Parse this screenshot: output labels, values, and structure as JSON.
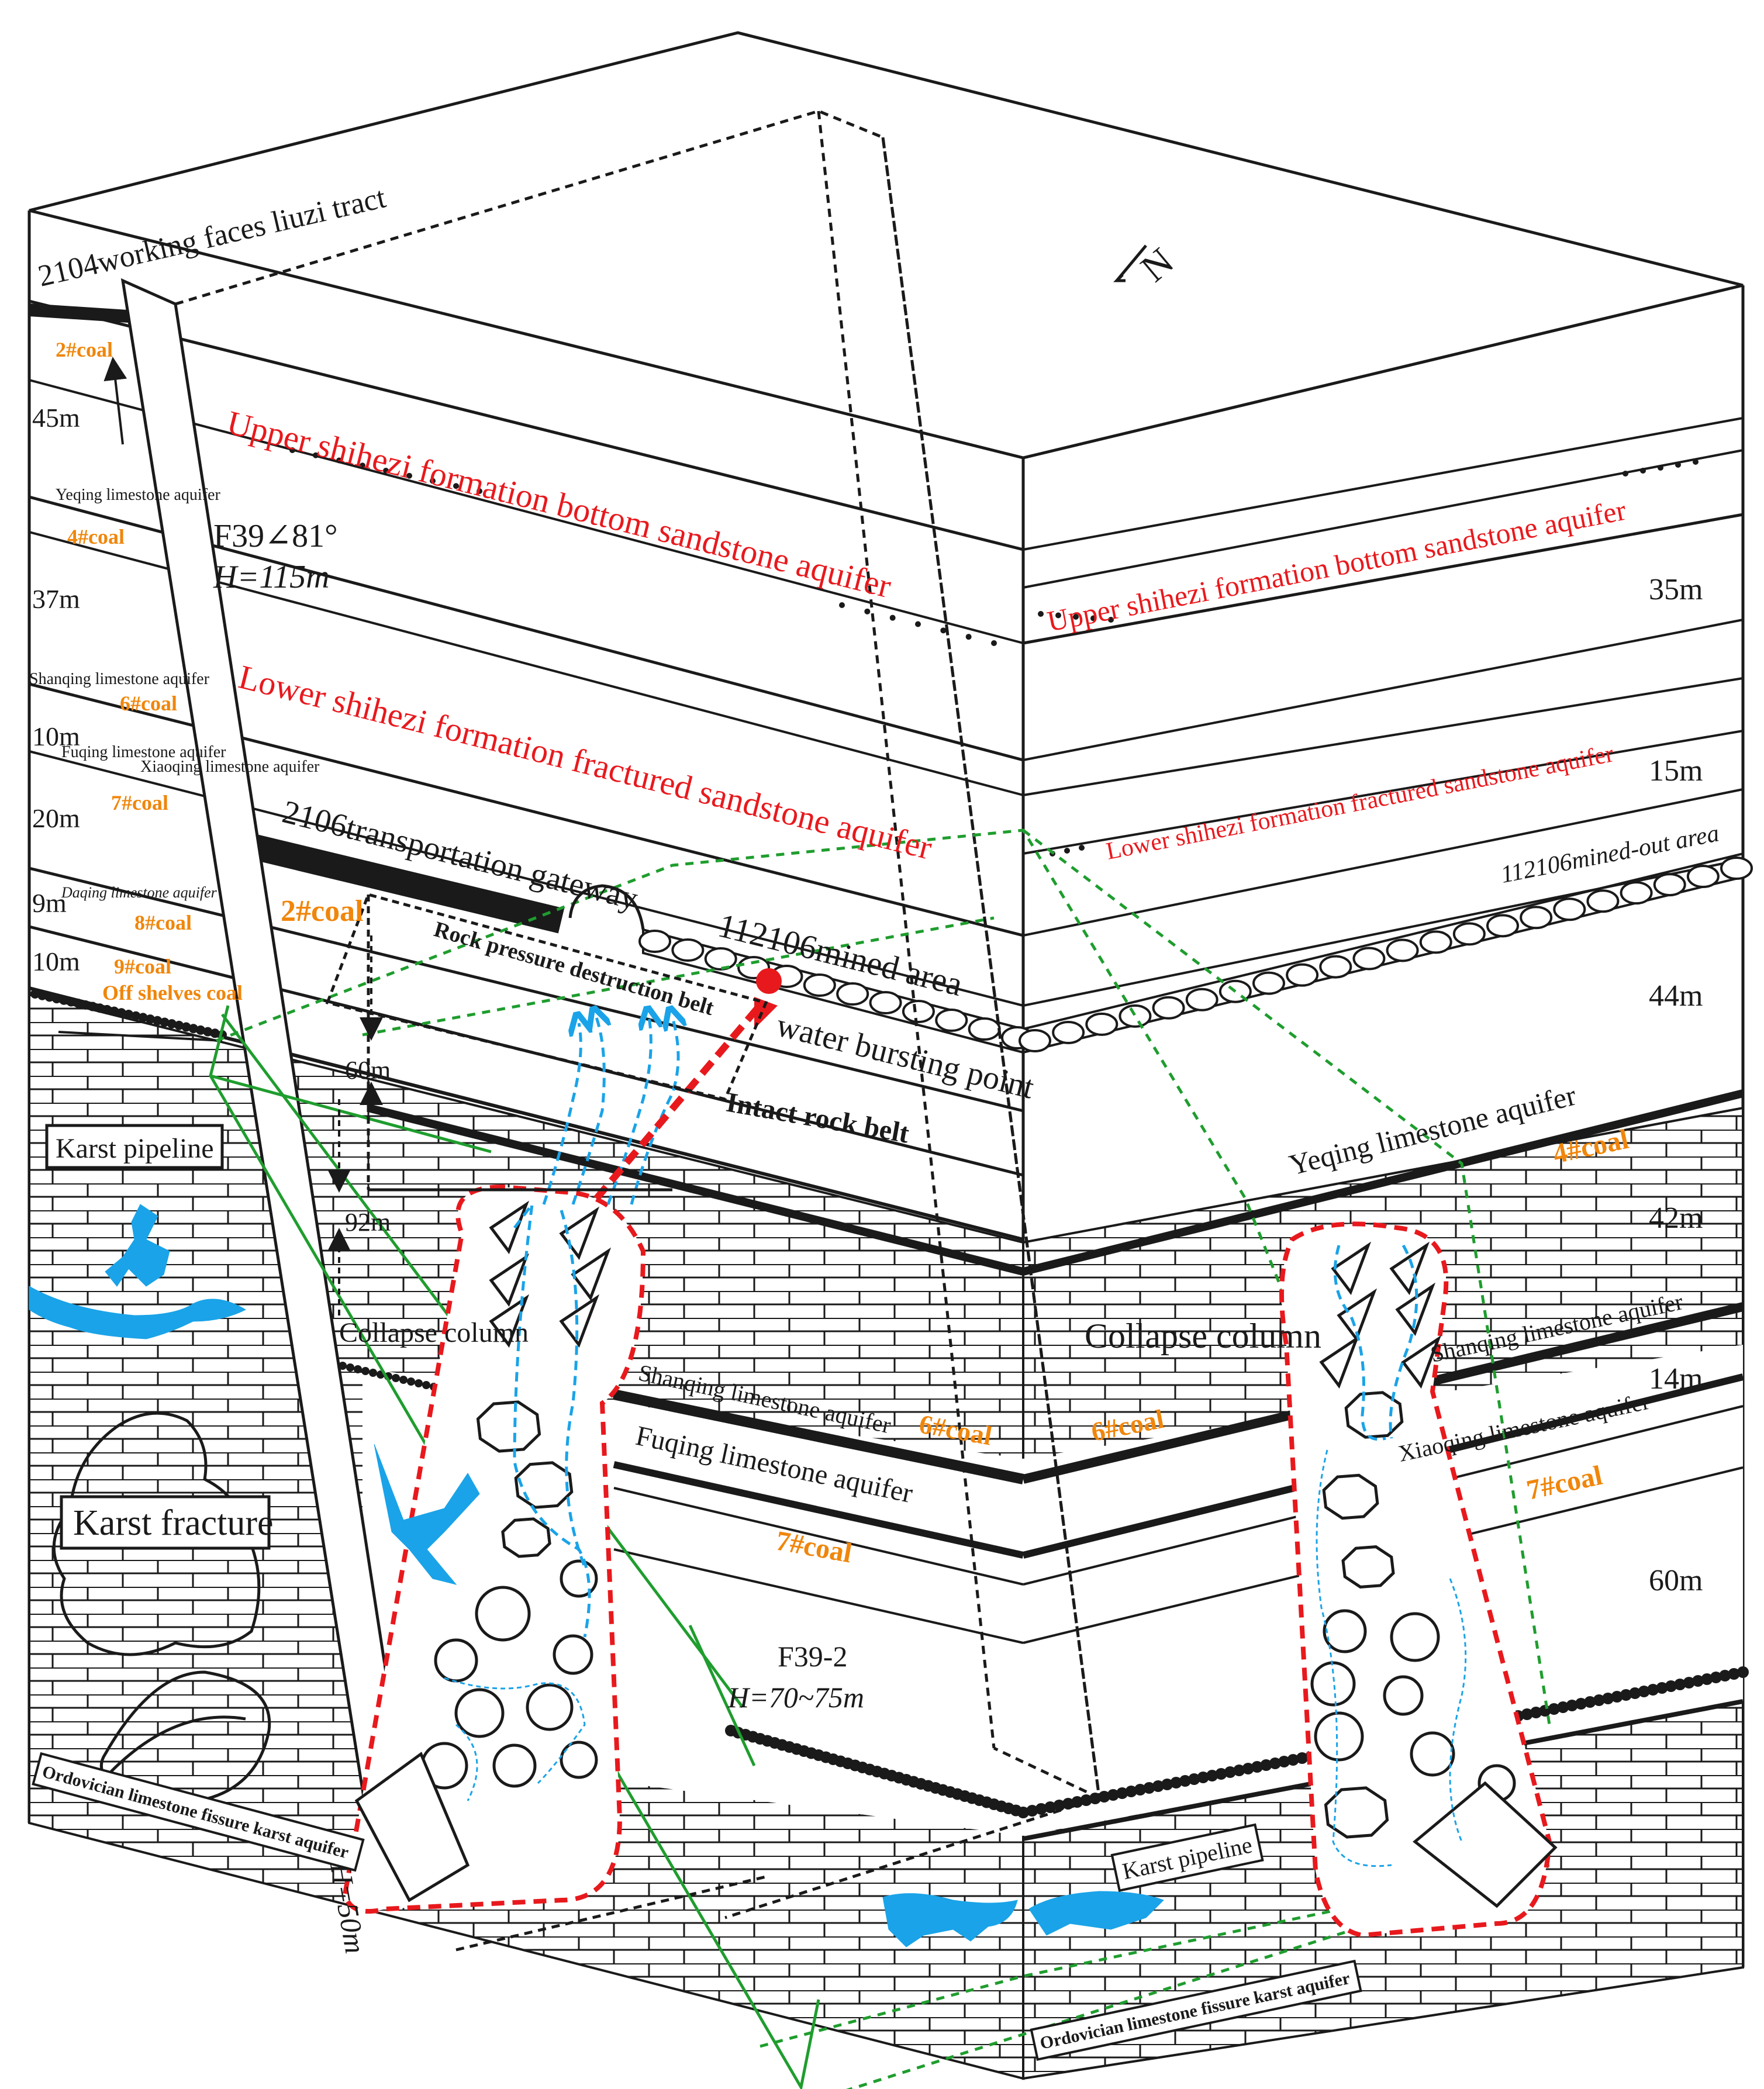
{
  "title": "",
  "colors": {
    "outline": "#1a1a1a",
    "aquifer_label": "#e8191d",
    "coal_label": "#f0860b",
    "water": "#1aa3e8",
    "fault_line": "#1f9d2e",
    "collapse_boundary": "#e8191d",
    "flow_path": "#1aa3e8",
    "dashed_projection": "#1f9d2e"
  },
  "north_arrow": {
    "symbol": "N",
    "icon": "north-arrow-icon"
  },
  "labels": {
    "working_face": "2104working faces liuzi tract",
    "coal_2_small": "2#coal",
    "coal_2": "2#coal",
    "coal_4_left": "4#coal",
    "coal_4_right": "4#coal",
    "coal_6_left": "6#coal",
    "coal_6_mid": "6#coal",
    "coal_6_right": "6#coal",
    "coal_7_left": "7#coal",
    "coal_7_mid": "7#coal",
    "coal_7_right": "7#coal",
    "coal_8": "8#coal",
    "coal_9": "9#coal",
    "off_shelves": "Off shelves coal",
    "thick_45": "45m",
    "thick_37": "37m",
    "thick_10a": "10m",
    "thick_20": "20m",
    "thick_9": "9m",
    "thick_10b": "10m",
    "thick_35": "35m",
    "thick_15": "15m",
    "thick_44": "44m",
    "thick_42": "42m",
    "thick_14": "14m",
    "thick_60r": "60m",
    "dist_60": "60m",
    "dist_92": "92m",
    "yeqing_small": "Yeqing limestone aquifer",
    "shanqing_small": "Shanqing limestone aquifer",
    "fuqing_small": "Fuqing limestone aquifer",
    "xiaoqing_small": "Xiaoqing limestone aquifer",
    "daqing_small": "Daqing limestone aquifer",
    "upper_shihezi_left": "Upper shihezi formation bottom sandstone aquifer",
    "upper_shihezi_right": "Upper shihezi formation bottom sandstone aquifer",
    "lower_shihezi_left": "Lower shihezi formation fractured sandstone aquifer",
    "lower_shihezi_right": "Lower shihezi formation fractured sandstone aquifer",
    "fault_f39": "F39∠81°",
    "fault_f39_h": "H=115m",
    "gateway": "2106transportation gateway",
    "mined_area": "112106mined area",
    "mined_out_area": "112106mined-out area",
    "rock_pressure": "Rock pressure destruction belt",
    "water_bursting": "water bursting point",
    "intact_rock": "Intact rock belt",
    "yeqing_right": "Yeqing limestone aquifer",
    "shanqing_mid": "Shanqing limestone aquifer",
    "shanqing_right": "Shanqing limestone aquifer",
    "fuqing_mid": "Fuqing limestone aquifer",
    "xiaoqing_right": "Xiaoqing limestone aquifer",
    "collapse_left": "Collapse column",
    "collapse_right": "Collapse column",
    "karst_pipeline_left": "Karst pipeline",
    "karst_pipeline_right": "Karst pipeline",
    "karst_fracture": "Karst fracture",
    "h50": "H=50m",
    "f39_2": "F39-2",
    "f39_2_h": "H=70~75m",
    "ordovician_left": "Ordovician limestone fissure karst aquifer",
    "ordovician_right": "Ordovician limestone fissure karst aquifer"
  }
}
